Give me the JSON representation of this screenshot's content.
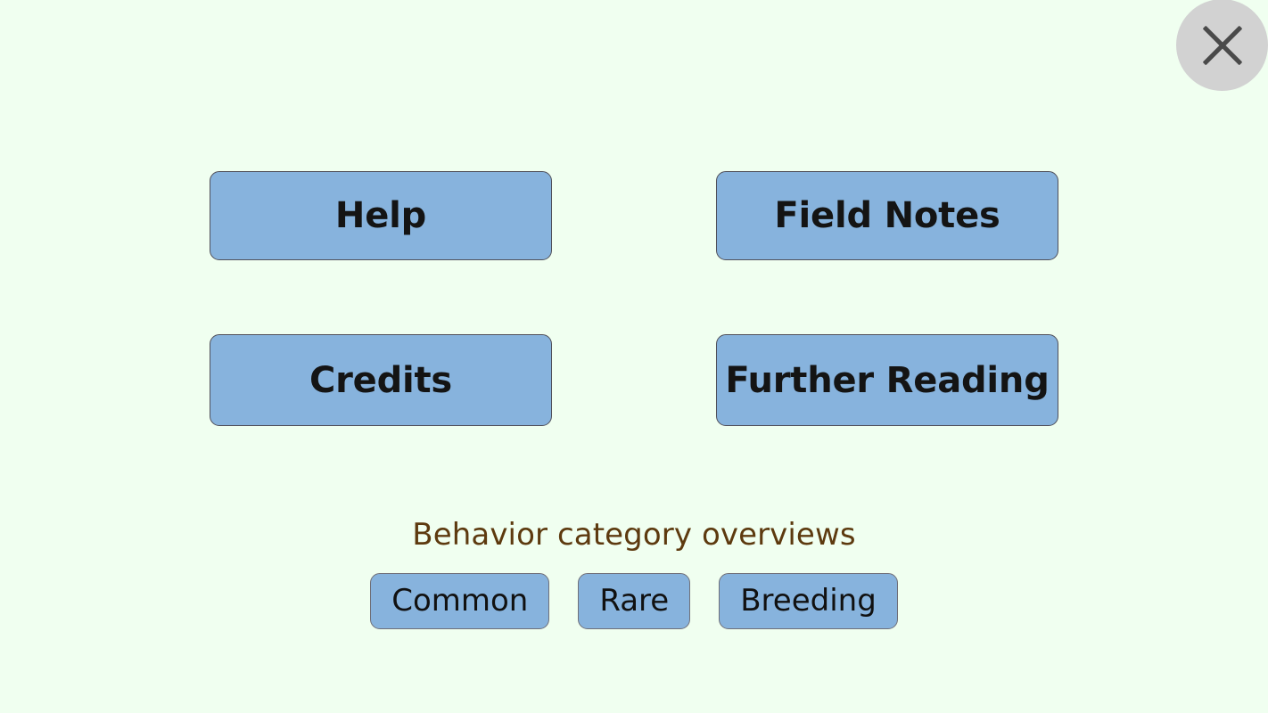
{
  "window": {
    "background_color": "#f0fff0"
  },
  "close": {
    "icon": "close-icon",
    "label": "✕",
    "circle_color": "#d2d2d2",
    "glyph_color": "#4a4a4a"
  },
  "main_menu": {
    "button_color": "#87b3dd",
    "button_text_color": "#141414",
    "buttons": [
      {
        "label": "Help"
      },
      {
        "label": "Field Notes"
      },
      {
        "label": "Credits"
      },
      {
        "label": "Further Reading"
      }
    ]
  },
  "overviews": {
    "heading": "Behavior category overviews",
    "heading_color": "#5d3a0f",
    "chips": [
      {
        "label": "Common"
      },
      {
        "label": "Rare"
      },
      {
        "label": "Breeding"
      }
    ]
  }
}
